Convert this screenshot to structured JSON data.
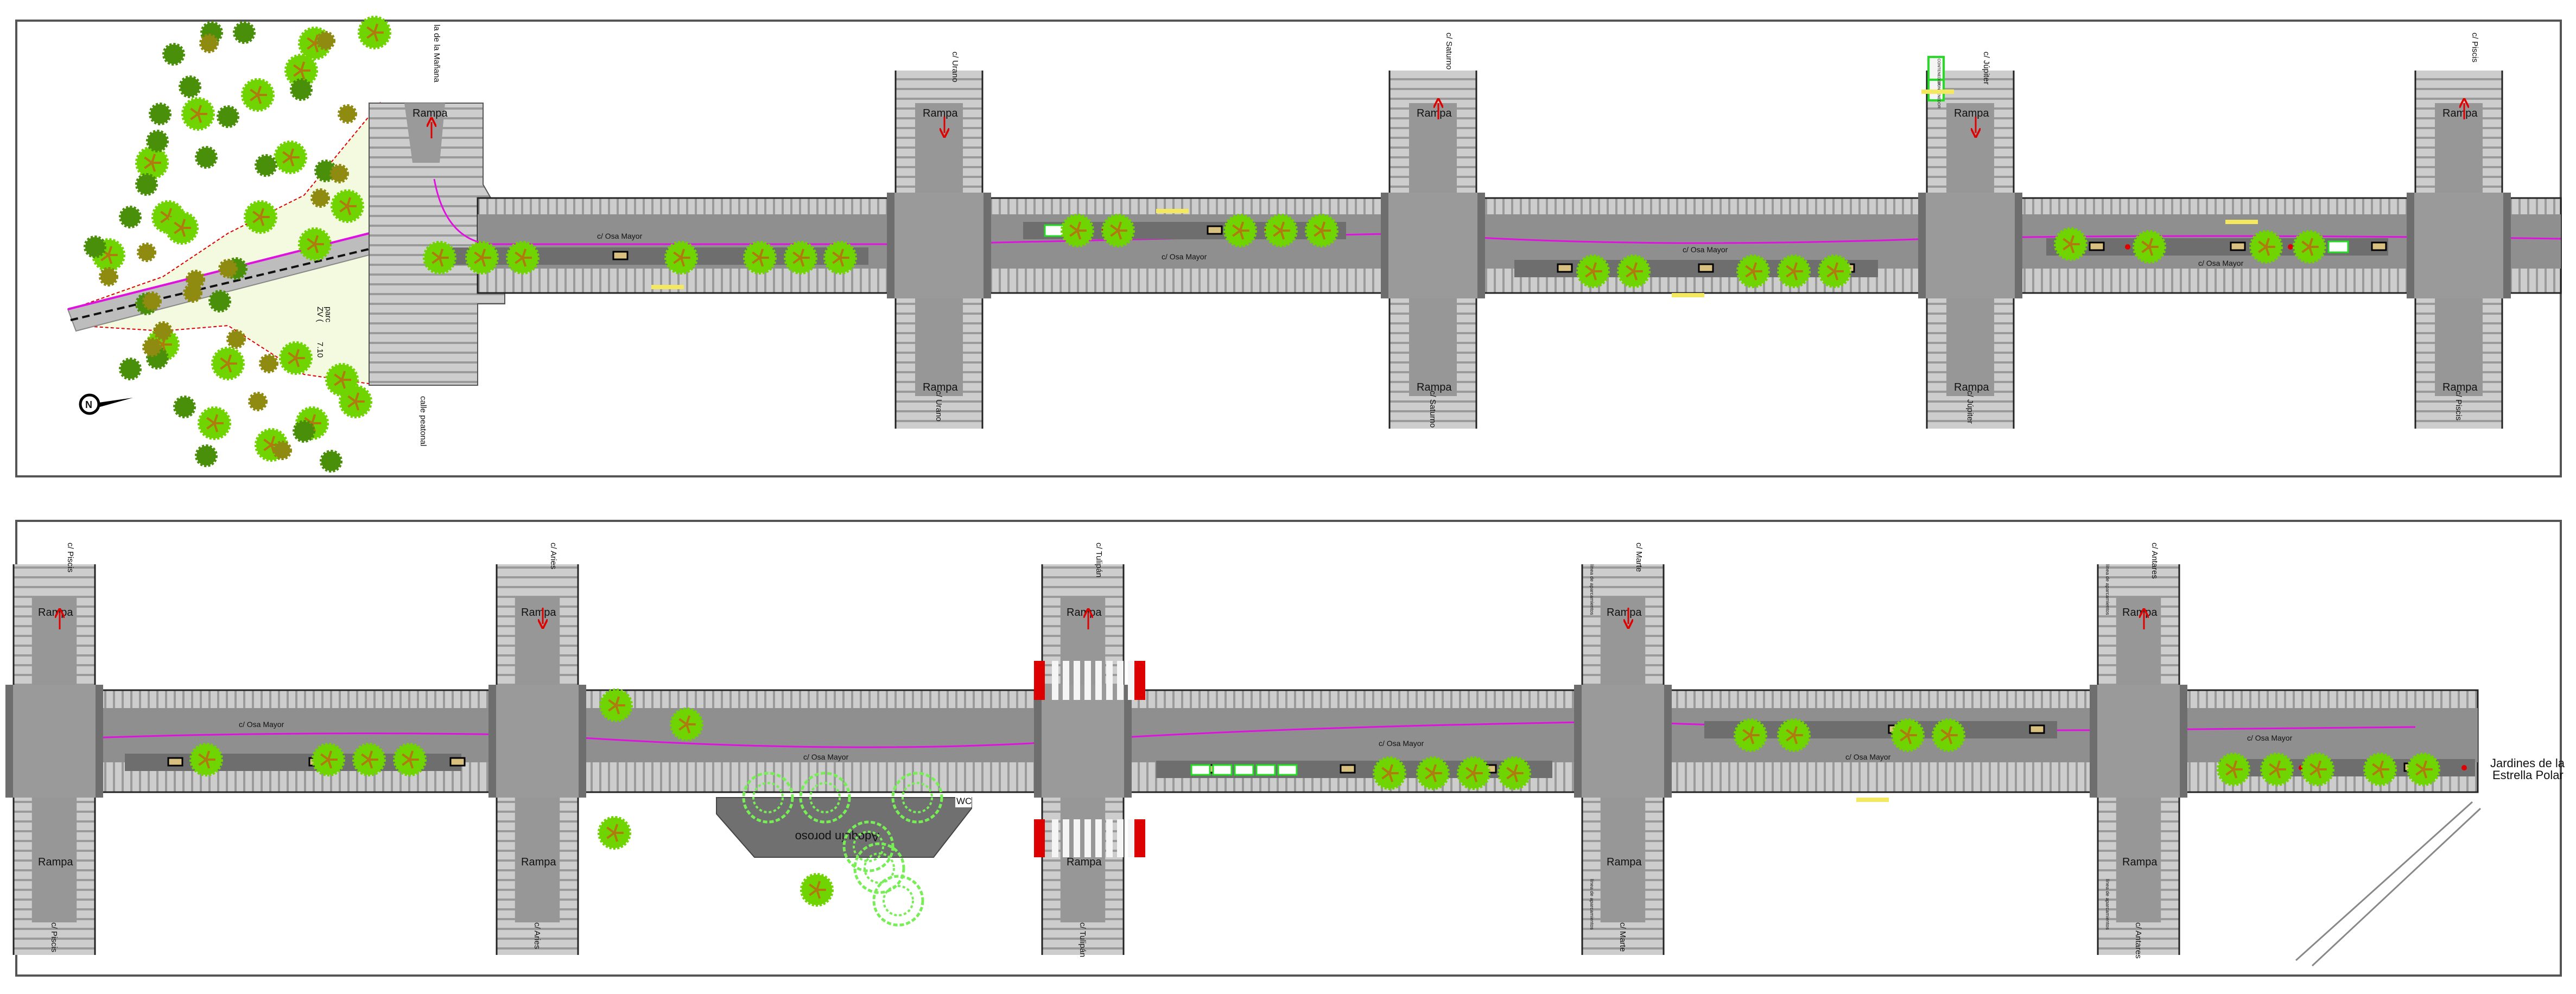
{
  "colors": {
    "sidewalk": "#cbcbcb",
    "road": "#8f8f8f",
    "median": "#6e6e6e",
    "tree_light": "#6fd400",
    "tree_dark": "#4a8f0a",
    "tree_olive": "#8f8a10",
    "route_line": "#e010e0",
    "arrow": "#e00000",
    "container": "#22dd22",
    "bench": "#d8c080",
    "yellow_mark": "#f3e860"
  },
  "top_panel": {
    "street_top_cut": "la de la Mañana",
    "pedestrian_street": "calle peatonal",
    "park_label_1": "parc",
    "park_label_2": "ZV (",
    "park_label_3": "7.10",
    "main_street": "c/ Osa Mayor",
    "ramp": "Rampa",
    "streets": {
      "urano": "c/ Urano",
      "saturno": "c/ Saturno",
      "jupiter": "c/ Júpiter",
      "piscis": "c/ Piscis"
    },
    "container": "CONTENEDOR"
  },
  "bottom_panel": {
    "main_street": "c/ Osa Mayor",
    "ramp": "Rampa",
    "streets": {
      "piscis": "c/ Piscis",
      "aries": "c/ Aries",
      "tulipan": "c/ Tulipán",
      "marte": "c/ Marte",
      "antares": "c/ Antares"
    },
    "parking_line": "línea de aparcamientos",
    "plaza_paving": "Adoquín poroso",
    "wc": "WC",
    "gardens": "Jardines de la Estrella Polar",
    "gardens_line1": "Jardines de la",
    "gardens_line2": "Estrella Polar"
  }
}
